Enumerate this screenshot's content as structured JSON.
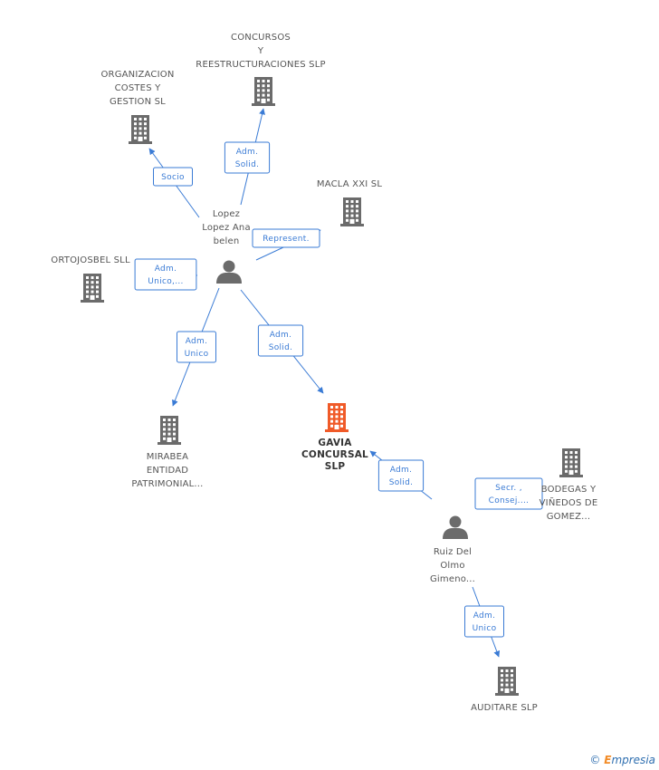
{
  "colors": {
    "edge": "#3a7bd5",
    "company": "#6b6b6b",
    "highlight": "#f05a28",
    "person": "#6b6b6b"
  },
  "nodes": [
    {
      "id": "concursos",
      "kind": "company",
      "label": [
        "CONCURSOS",
        "Y",
        "REESTRUCTURACIONES SLP"
      ]
    },
    {
      "id": "organizacion",
      "kind": "company",
      "label": [
        "ORGANIZACION",
        "COSTES Y",
        "GESTION SL"
      ]
    },
    {
      "id": "macla",
      "kind": "company",
      "label": [
        "MACLA XXI SL"
      ]
    },
    {
      "id": "ortojosbel",
      "kind": "company",
      "label": [
        "ORTOJOSBEL SLL"
      ]
    },
    {
      "id": "lopez",
      "kind": "person",
      "label": [
        "Lopez",
        "Lopez Ana",
        "belen"
      ]
    },
    {
      "id": "mirabea",
      "kind": "company",
      "label": [
        "MIRABEA",
        "ENTIDAD",
        "PATRIMONIAL..."
      ]
    },
    {
      "id": "gavia",
      "kind": "company-main",
      "label": [
        "GAVIA",
        "CONCURSAL",
        "SLP"
      ]
    },
    {
      "id": "bodegas",
      "kind": "company",
      "label": [
        "BODEGAS Y",
        "VIÑEDOS DE",
        "GOMEZ..."
      ]
    },
    {
      "id": "ruiz",
      "kind": "person",
      "label": [
        "Ruiz Del",
        "Olmo",
        "Gimeno..."
      ]
    },
    {
      "id": "auditare",
      "kind": "company",
      "label": [
        "AUDITARE SLP"
      ]
    }
  ],
  "edges": [
    {
      "from": "lopez",
      "to": "concursos",
      "label": [
        "Adm.",
        "Solid."
      ]
    },
    {
      "from": "lopez",
      "to": "organizacion",
      "label": [
        "Socio"
      ]
    },
    {
      "from": "lopez",
      "to": "macla",
      "label": [
        "Represent."
      ]
    },
    {
      "from": "lopez",
      "to": "ortojosbel",
      "label": [
        "Adm.",
        "Unico,..."
      ]
    },
    {
      "from": "lopez",
      "to": "mirabea",
      "label": [
        "Adm.",
        "Unico"
      ]
    },
    {
      "from": "lopez",
      "to": "gavia",
      "label": [
        "Adm.",
        "Solid."
      ]
    },
    {
      "from": "ruiz",
      "to": "gavia",
      "label": [
        "Adm.",
        "Solid."
      ]
    },
    {
      "from": "ruiz",
      "to": "bodegas",
      "label": [
        "Secr. ,",
        "Consej...."
      ]
    },
    {
      "from": "ruiz",
      "to": "auditare",
      "label": [
        "Adm.",
        "Unico"
      ]
    }
  ],
  "watermark": {
    "copyright": "©",
    "brand_initial": "E",
    "brand_rest": "mpresia"
  }
}
